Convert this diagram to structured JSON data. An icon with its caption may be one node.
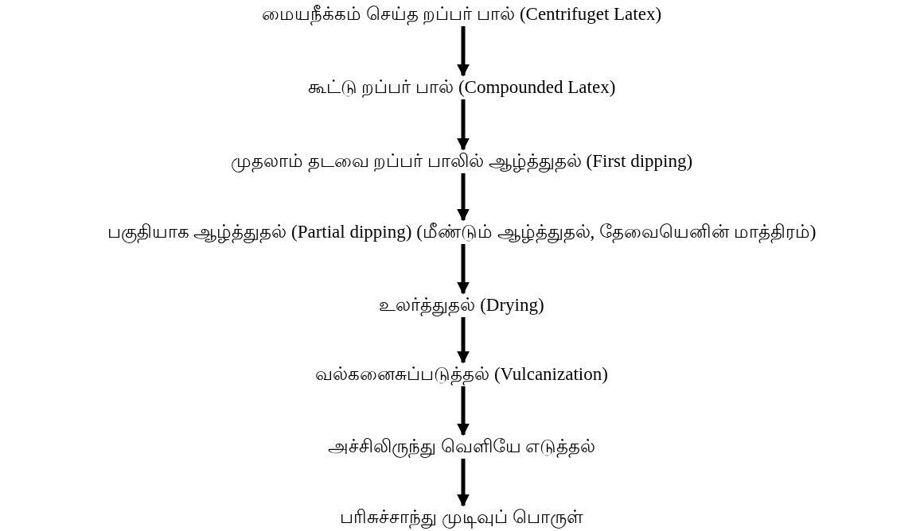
{
  "diagram": {
    "nodes": [
      {
        "text": [
          "மையநீக்கம் செய்த றப்பர் பால் (Centrifuget Latex)"
        ]
      },
      {
        "text": [
          "கூட்டு றப்பர் பால் (Compounded Latex)"
        ]
      },
      {
        "text": [
          "முதலாம் தடவை றப்பர் பாலில் ஆழ்த்துதல் (First dipping)"
        ]
      },
      {
        "text": [
          "பகுதியாக ஆழ்த்துதல் (Partial dipping) (மீண்டும் ஆழ்த்துதல், தேவையெனின் மாத்திரம்)"
        ]
      },
      {
        "text": [
          "உலர்த்துதல் (Drying)"
        ]
      },
      {
        "text": [
          "வல்கனைசுப்படுத்தல் (Vulcanization)"
        ]
      },
      {
        "text": [
          "அச்சிலிருந்து வெளியே எடுத்தல்"
        ]
      },
      {
        "text": [
          "பரிசுச்சாந்து முடிவுப் பொருள்"
        ]
      }
    ],
    "edges": [
      {
        "from": 0,
        "to": 1,
        "arrow": "to"
      },
      {
        "from": 1,
        "to": 2,
        "arrow": "to"
      },
      {
        "from": 2,
        "to": 3,
        "arrow": "to"
      },
      {
        "from": 3,
        "to": 4,
        "arrow": "to"
      },
      {
        "from": 4,
        "to": 5,
        "arrow": "to"
      },
      {
        "from": 5,
        "to": 6,
        "arrow": "to"
      },
      {
        "from": 6,
        "to": 7,
        "arrow": "to"
      }
    ]
  }
}
